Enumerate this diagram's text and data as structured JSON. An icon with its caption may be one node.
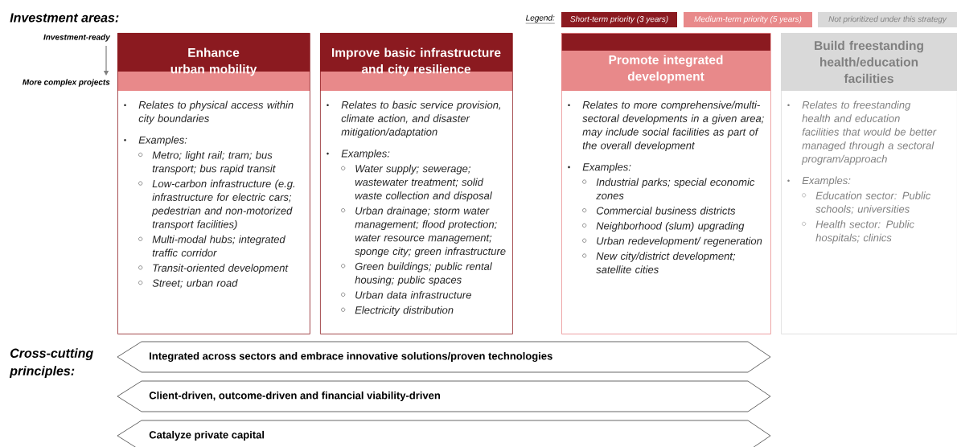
{
  "diagram": {
    "nodes": [
      {
        "text": [
          "Enhance urban mobility",
          "Relates to physical access within city boundaries",
          "Examples:",
          "Metro; light rail; tram; bus transport; bus rapid transit",
          "Low-carbon infrastructure (e.g. infrastructure for electric cars; pedestrian and non-motorized transport facilities)",
          "Multi-modal hubs; integrated traffic corridor",
          "Transit-oriented development",
          "Street; urban road"
        ]
      },
      {
        "text": [
          "Improve basic infrastructure and city resilience",
          "Relates to basic service provision, climate action, and disaster mitigation/adaptation",
          "Examples:",
          "Water supply; sewerage; wastewater treatment; solid waste collection and disposal",
          "Urban drainage; storm water management; flood protection; water resource management; sponge city; green infrastructure",
          "Green buildings; public rental housing; public spaces",
          "Urban data infrastructure",
          "Electricity distribution"
        ]
      },
      {
        "text": [
          "Promote integrated development",
          "Relates to more comprehensive/multi-sectoral developments in a given area; may include social facilities as part of the overall development",
          "Examples:",
          "Industrial parks; special economic zones",
          "Commercial business districts",
          "Neighborhood (slum) upgrading",
          "Urban redevelopment/ regeneration",
          "New city/district development; satellite cities"
        ]
      },
      {
        "text": [
          "Build freestanding health/education facilities",
          "Relates to freestanding health and education facilities that would be better managed through a sectoral program/approach",
          "Examples:",
          "Education sector: Public schools; universities",
          "Health sector: Public hospitals; clinics"
        ]
      },
      {
        "text": [
          "Integrated across sectors and embrace innovative solutions/proven technologies"
        ]
      },
      {
        "text": [
          "Client-driven, outcome-driven and financial viability-driven"
        ]
      },
      {
        "text": [
          "Catalyze private capital"
        ]
      }
    ],
    "labels": [
      "Investment areas:",
      "Legend:",
      "Investment-ready",
      "More complex projects",
      "Cross-cutting principles:"
    ],
    "legend": [
      {
        "text": "Short-term priority (3 years)",
        "color": "#8b1a20"
      },
      {
        "text": "Medium-term priority (5 years)",
        "color": "#e8898a"
      },
      {
        "text": "Not prioritized under this strategy",
        "color": "#d9d9d9"
      }
    ]
  }
}
